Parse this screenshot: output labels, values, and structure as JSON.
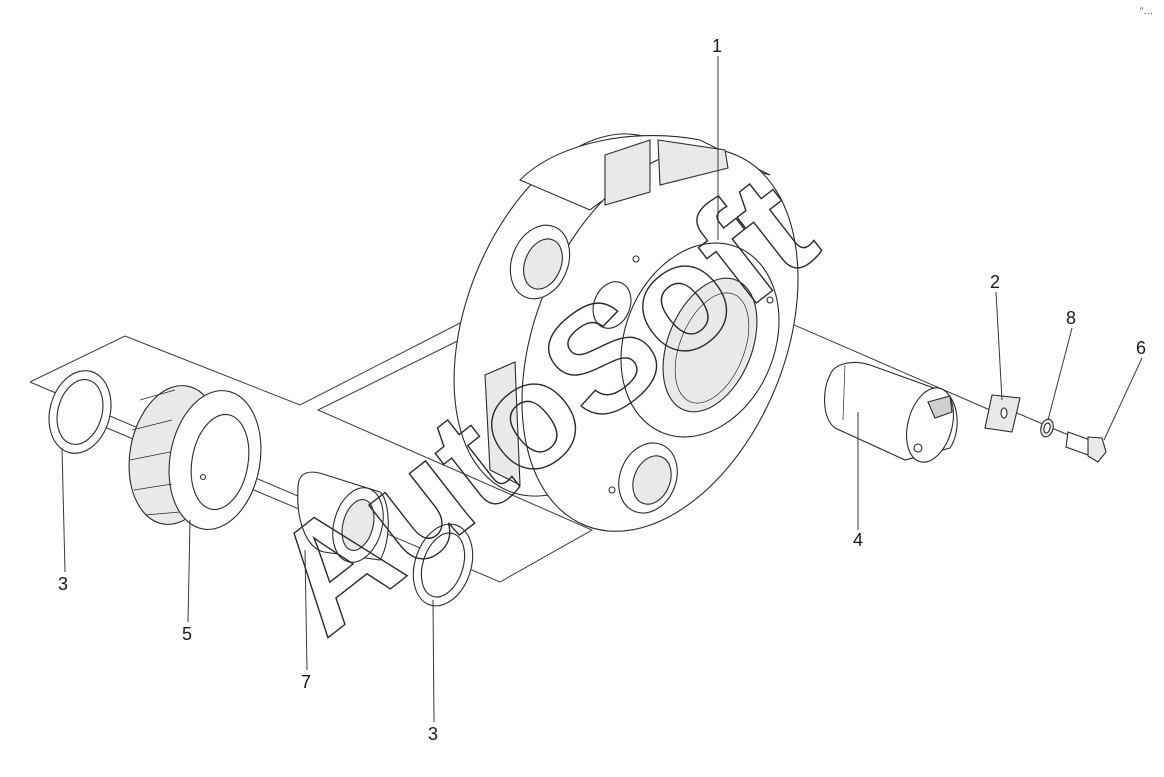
{
  "watermark": {
    "text": "AutoSoft"
  },
  "corner_mark": "“…",
  "callouts": [
    {
      "id": "callout-1",
      "label": "1"
    },
    {
      "id": "callout-2",
      "label": "2"
    },
    {
      "id": "callout-8",
      "label": "8"
    },
    {
      "id": "callout-6",
      "label": "6"
    },
    {
      "id": "callout-4",
      "label": "4"
    },
    {
      "id": "callout-3-left",
      "label": "3"
    },
    {
      "id": "callout-5",
      "label": "5"
    },
    {
      "id": "callout-7",
      "label": "7"
    },
    {
      "id": "callout-3-bottom",
      "label": "3"
    }
  ]
}
